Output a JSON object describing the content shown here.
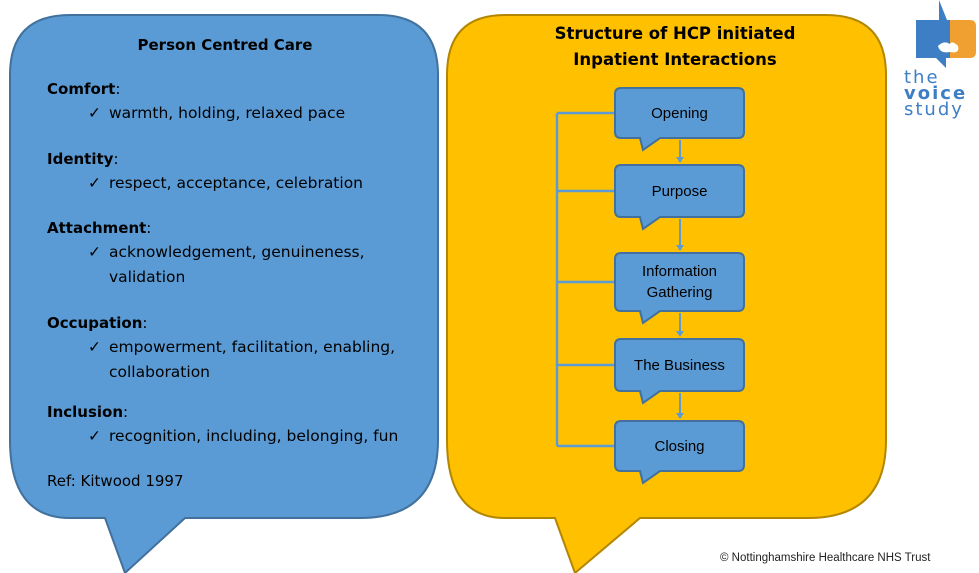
{
  "colors": {
    "left_panel": "#5b9bd5",
    "right_panel": "#ffc000",
    "flow_box": "#5b9bd5",
    "logo_blue": "#3d7ec4",
    "logo_orange": "#f0a030"
  },
  "left": {
    "title": "Person Centred Care",
    "categories": [
      {
        "name": "Comfort",
        "items": [
          "warmth, holding, relaxed pace"
        ]
      },
      {
        "name": "Identity",
        "items": [
          "respect, acceptance, celebration"
        ]
      },
      {
        "name": "Attachment",
        "items": [
          "acknowledgement, genuineness, validation"
        ]
      },
      {
        "name": "Occupation",
        "items": [
          "empowerment, facilitation, enabling, collaboration"
        ]
      },
      {
        "name": "Inclusion",
        "items": [
          "recognition, including, belonging, fun"
        ]
      }
    ],
    "colon": ":",
    "tick": "✓",
    "ref": "Ref: Kitwood 1997"
  },
  "right": {
    "title": "Structure of HCP initiated Inpatient Interactions",
    "steps": [
      "Opening",
      "Purpose",
      "Information Gathering",
      "The Business",
      "Closing"
    ]
  },
  "logo": {
    "line1": "the",
    "line2": "voice",
    "line3": "study"
  },
  "footer": {
    "copyright": "© Nottinghamshire Healthcare NHS Trust"
  }
}
